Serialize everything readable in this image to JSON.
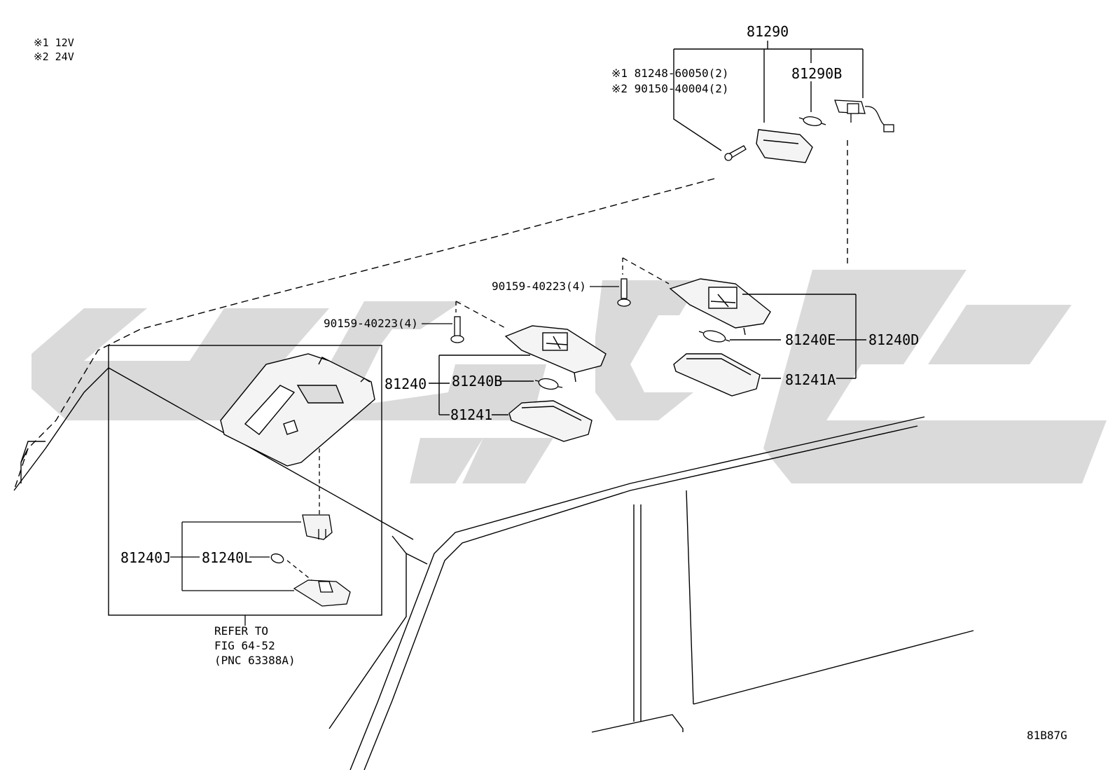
{
  "legend": {
    "note_1": "※1 12V",
    "note_2": "※2 24V"
  },
  "parts": {
    "p81290": "81290",
    "p81290B": "81290B",
    "p81248": "※1 81248-60050(2)",
    "p90150": "※2 90150-40004(2)",
    "screw_right": "90159-40223(4)",
    "screw_left": "90159-40223(4)",
    "p81240": "81240",
    "p81240B": "81240B",
    "p81241": "81241",
    "p81240E": "81240E",
    "p81240D": "81240D",
    "p81241A": "81241A",
    "p81240J": "81240J",
    "p81240L": "81240L"
  },
  "refer": {
    "line1": "REFER TO",
    "line2": "FIG 64-52",
    "line3": "(PNC 63388A)"
  },
  "figure_code": "81B87G",
  "colors": {
    "line": "#000000",
    "watermark": "#d6d6d6",
    "background": "#ffffff"
  }
}
